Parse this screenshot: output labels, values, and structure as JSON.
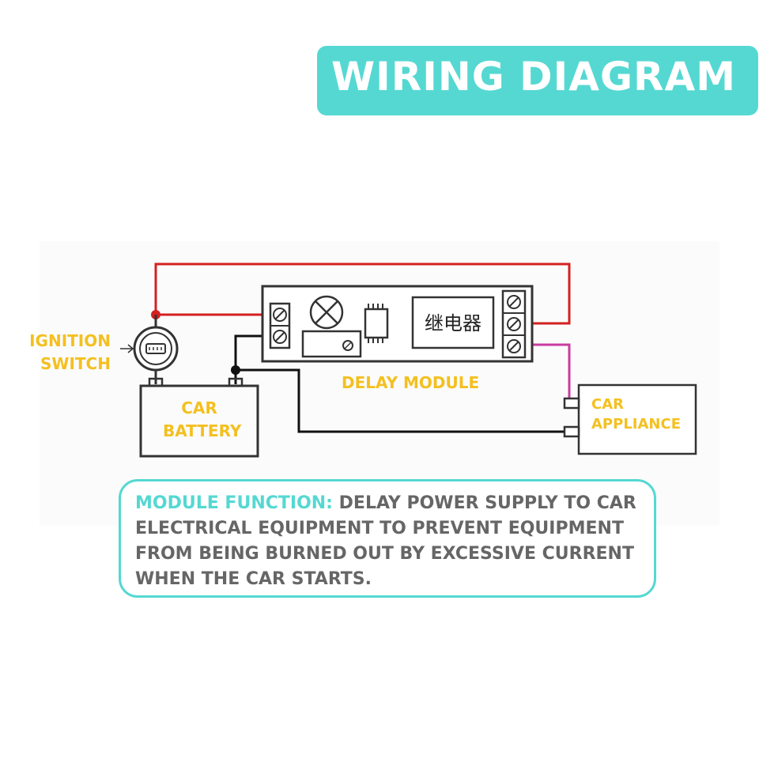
{
  "title": "WIRING DIAGRAM",
  "labels": {
    "ignition_switch": [
      "IGNITION",
      "SWITCH"
    ],
    "car_battery": [
      "CAR",
      "BATTERY"
    ],
    "delay_module": "DELAY MODULE",
    "car_appliance": [
      "CAR",
      "APPLIANCE"
    ],
    "relay_text": "继电器"
  },
  "module_function": {
    "heading": "MODULE FUNCTION:",
    "body": "DELAY POWER SUPPLY TO CAR ELECTRICAL EQUIPMENT TO PREVENT EQUIPMENT FROM BEING BURNED OUT BY EXCESSIVE CURRENT WHEN THE CAR STARTS."
  },
  "colors": {
    "accent": "#55d8d2",
    "label": "#f4c020",
    "wire_red": "#d42020",
    "wire_pink": "#c83ca0",
    "wire_black": "#111111",
    "text_gray": "#666666"
  }
}
